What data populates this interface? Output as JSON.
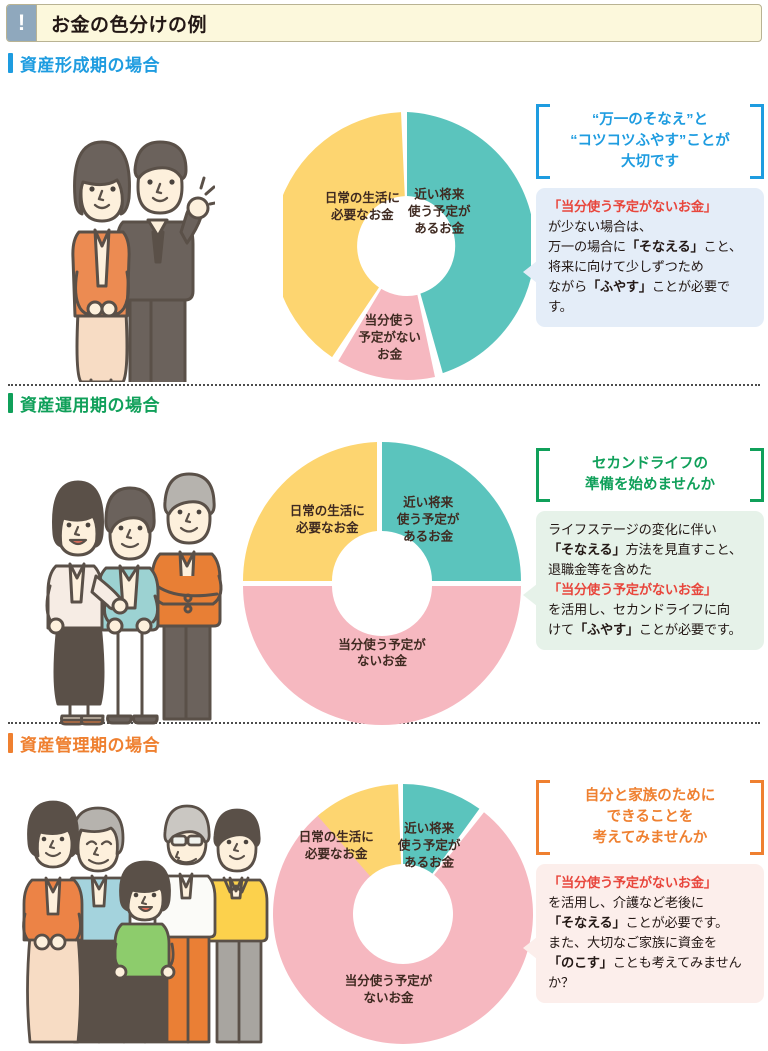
{
  "header": {
    "icon": "exclamation-icon",
    "icon_glyph": "!",
    "title": "お金の色分けの例",
    "bg_color": "#fcf8dc",
    "icon_bg_color": "#8fa8bd"
  },
  "palette": {
    "teal": "#5bc4bd",
    "yellow": "#fdd570",
    "pink": "#f6b8c0",
    "blue": "#1e9ce0",
    "green": "#10a05a",
    "orange": "#ef8030",
    "red_text": "#e8463c",
    "bubble_blue": "#e4edf8",
    "bubble_green": "#e6f2e9",
    "bubble_pink": "#fceeeb"
  },
  "sections": [
    {
      "id": "asset-building",
      "heading": "資産形成期の場合",
      "accent": "#1e9ce0",
      "illustration": "young-couple-illustration",
      "chart_data": {
        "type": "pie",
        "title": "資産形成期の場合",
        "donut": true,
        "categories": [
          "近い将来使う予定があるお金",
          "当分使う予定がないお金",
          "日常の生活に必要なお金"
        ],
        "values": [
          48,
          14,
          38
        ],
        "colors": [
          "#5bc4bd",
          "#f6b8c0",
          "#fdd570"
        ],
        "labels": [
          "近い将来\n使う予定が\nあるお金",
          "当分使う\n予定がない\nお金",
          "日常の生活に\n必要なお金"
        ],
        "legend": "none",
        "grid": false
      },
      "callout": {
        "bracket_text": "“万一のそなえ”と\n“コツコツふやす”ことが\n大切です",
        "bracket_color": "#1e9ce0",
        "bubble_bg": "#e4edf8",
        "body_runs": [
          {
            "text": "「当分使う予定がないお金」",
            "style": "red"
          },
          {
            "text": "\nが少ない場合は、\n万一の場合に",
            "style": "normal"
          },
          {
            "text": "「そなえる」",
            "style": "bold"
          },
          {
            "text": "こと、\n将来に向けて少しずつため\nながら",
            "style": "normal"
          },
          {
            "text": "「ふやす」",
            "style": "bold"
          },
          {
            "text": "ことが必要です。",
            "style": "normal"
          }
        ]
      }
    },
    {
      "id": "asset-management",
      "heading": "資産運用期の場合",
      "accent": "#10a05a",
      "illustration": "three-generation-illustration",
      "chart_data": {
        "type": "pie",
        "title": "資産運用期の場合",
        "donut": true,
        "categories": [
          "近い将来使う予定があるお金",
          "当分使う予定がないお金",
          "日常の生活に必要なお金"
        ],
        "values": [
          25,
          50,
          25
        ],
        "colors": [
          "#5bc4bd",
          "#f6b8c0",
          "#fdd570"
        ],
        "labels": [
          "近い将来\n使う予定が\nあるお金",
          "当分使う予定が\nないお金",
          "日常の生活に\n必要なお金"
        ],
        "legend": "none",
        "grid": false
      },
      "callout": {
        "bracket_text": "セカンドライフの\n準備を始めませんか",
        "bracket_color": "#10a05a",
        "bubble_bg": "#e6f2e9",
        "body_runs": [
          {
            "text": "ライフステージの変化に伴い\n",
            "style": "normal"
          },
          {
            "text": "「そなえる」",
            "style": "bold"
          },
          {
            "text": "方法を見直すこと、\n退職金等を含めた\n",
            "style": "normal"
          },
          {
            "text": "「当分使う予定がないお金」",
            "style": "red"
          },
          {
            "text": "\nを活用し、セカンドライフに向\nけて",
            "style": "normal"
          },
          {
            "text": "「ふやす」",
            "style": "bold"
          },
          {
            "text": "ことが必要です。",
            "style": "normal"
          }
        ]
      }
    },
    {
      "id": "asset-preservation",
      "heading": "資産管理期の場合",
      "accent": "#ef8030",
      "illustration": "family-five-illustration",
      "chart_data": {
        "type": "pie",
        "title": "資産管理期の場合",
        "donut": true,
        "categories": [
          "近い将来使う予定があるお金",
          "当分使う予定がないお金",
          "日常の生活に必要なお金"
        ],
        "values": [
          16,
          64,
          20
        ],
        "colors": [
          "#5bc4bd",
          "#f6b8c0",
          "#fdd570"
        ],
        "labels": [
          "近い将来\n使う予定が\nあるお金",
          "当分使う予定が\nないお金",
          "日常の生活に\n必要なお金"
        ],
        "legend": "none",
        "grid": false
      },
      "callout": {
        "bracket_text": "自分と家族のために\nできることを\n考えてみませんか",
        "bracket_color": "#ef8030",
        "bubble_bg": "#fceeeb",
        "body_runs": [
          {
            "text": "「当分使う予定がないお金」",
            "style": "red"
          },
          {
            "text": "\nを活用し、介護など老後に\n",
            "style": "normal"
          },
          {
            "text": "「そなえる」",
            "style": "bold"
          },
          {
            "text": "ことが必要です。\nまた、大切なご家族に資金を\n",
            "style": "normal"
          },
          {
            "text": "「のこす」",
            "style": "bold"
          },
          {
            "text": "ことも考えてみませんか？",
            "style": "normal"
          }
        ]
      }
    }
  ]
}
